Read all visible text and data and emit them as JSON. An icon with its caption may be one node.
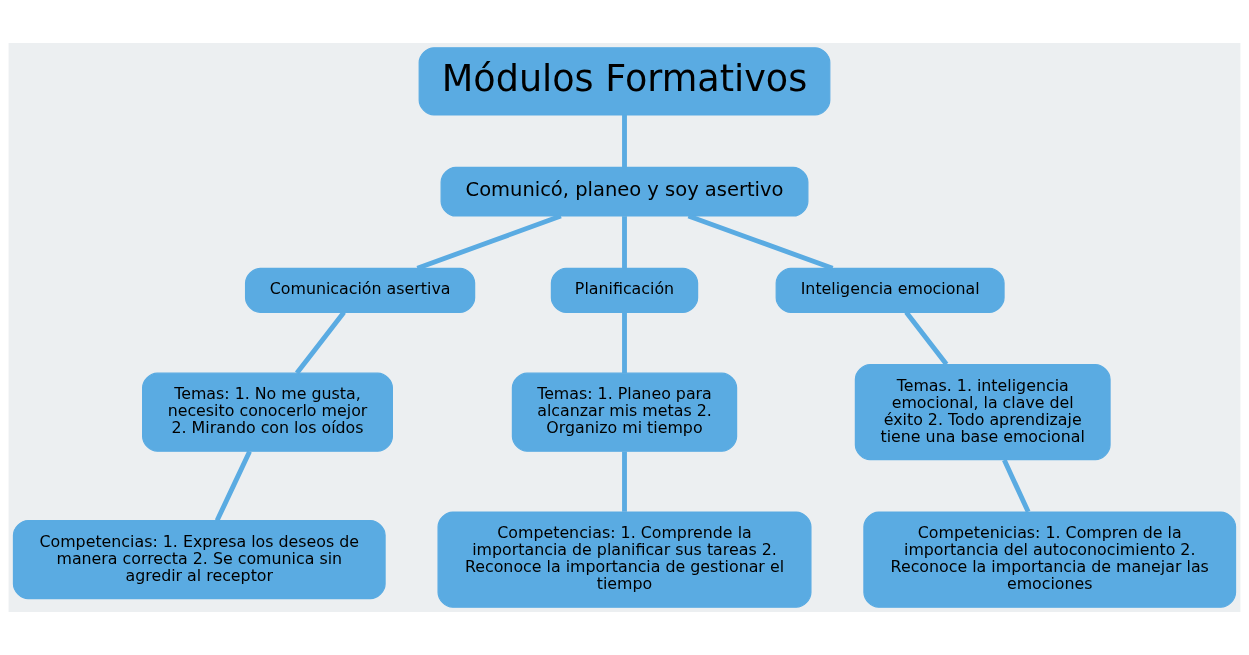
{
  "diagram": {
    "nodes": [
      {
        "text": [
          "Módulos Formativos"
        ]
      },
      {
        "text": [
          "Comunicó, planeo y soy asertivo"
        ]
      },
      {
        "text": [
          "Comunicación asertiva"
        ]
      },
      {
        "text": [
          "Planificación"
        ]
      },
      {
        "text": [
          "Inteligencia emocional"
        ]
      },
      {
        "text": [
          "Temas: 1. No me gusta, necesito conocerlo mejor 2. Mirando con los oídos"
        ]
      },
      {
        "text": [
          "Temas: 1. Planeo para alcanzar mis metas 2. Organizo mi tiempo"
        ]
      },
      {
        "text": [
          "Temas. 1. inteligencia emocional, la clave del éxito 2. Todo aprendizaje tiene una base emocional"
        ]
      },
      {
        "text": [
          "Competencias: 1. Expresa los deseos de manera correcta 2. Se comunica sin agredir al receptor"
        ]
      },
      {
        "text": [
          "Competencias: 1. Comprende la importancia de planificar sus tareas 2. Reconoce la importancia de gestionar el tiempo"
        ]
      },
      {
        "text": [
          "Competenicias: 1. Compren de la importancia del autoconocimiento 2. Reconoce la importancia de manejar las emociones"
        ]
      }
    ],
    "edges": [
      {
        "from": 0,
        "to": 1,
        "arrow": "none"
      },
      {
        "from": 1,
        "to": 2,
        "arrow": "none"
      },
      {
        "from": 1,
        "to": 3,
        "arrow": "none"
      },
      {
        "from": 1,
        "to": 4,
        "arrow": "none"
      },
      {
        "from": 2,
        "to": 5,
        "arrow": "none"
      },
      {
        "from": 3,
        "to": 6,
        "arrow": "none"
      },
      {
        "from": 4,
        "to": 7,
        "arrow": "none"
      },
      {
        "from": 5,
        "to": 8,
        "arrow": "none"
      },
      {
        "from": 6,
        "to": 9,
        "arrow": "none"
      },
      {
        "from": 7,
        "to": 10,
        "arrow": "none"
      }
    ]
  }
}
